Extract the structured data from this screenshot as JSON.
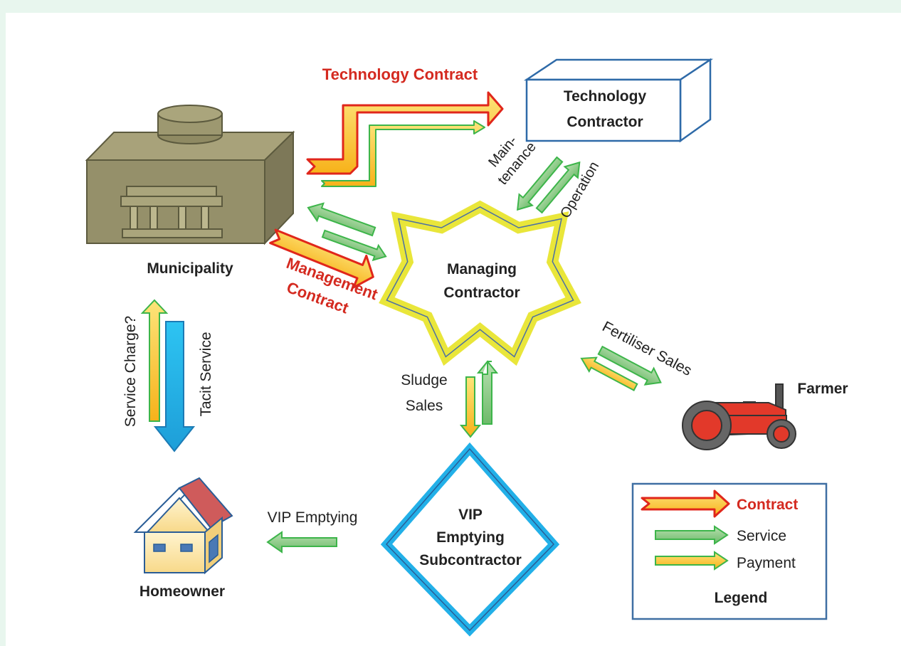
{
  "nodes": {
    "municipality": "Municipality",
    "technology_contractor": [
      "Technology",
      "Contractor"
    ],
    "managing_contractor": [
      "Managing",
      "Contractor"
    ],
    "vip_subcontractor": [
      "VIP",
      "Emptying",
      "Subcontractor"
    ],
    "farmer": "Farmer",
    "homeowner": "Homeowner"
  },
  "flows": {
    "technology_contract": "Technology Contract",
    "management_contract": [
      "Management",
      "Contract"
    ],
    "maintenance": [
      "Main-",
      "tenance"
    ],
    "operation": "Operation",
    "fertiliser_sales": "Fertiliser Sales",
    "sludge_sales": [
      "Sludge",
      "Sales"
    ],
    "service_charge": "Service Charge?",
    "tacit_service": "Tacit Service",
    "vip_emptying": "VIP Emptying"
  },
  "legend": {
    "title": "Legend",
    "items": [
      {
        "label": "Contract",
        "type": "contract"
      },
      {
        "label": "Service",
        "type": "service"
      },
      {
        "label": "Payment",
        "type": "payment"
      }
    ]
  },
  "colors": {
    "contract_border": "#e0261b",
    "contract_fill": "#fcc02c",
    "service_fill": "#8cc98a",
    "service_border": "#3db54a",
    "payment_fill": "#fcc02c",
    "payment_border": "#3db54a",
    "blue_arrow": "#1fb4ea",
    "red_label": "#d42a20"
  }
}
